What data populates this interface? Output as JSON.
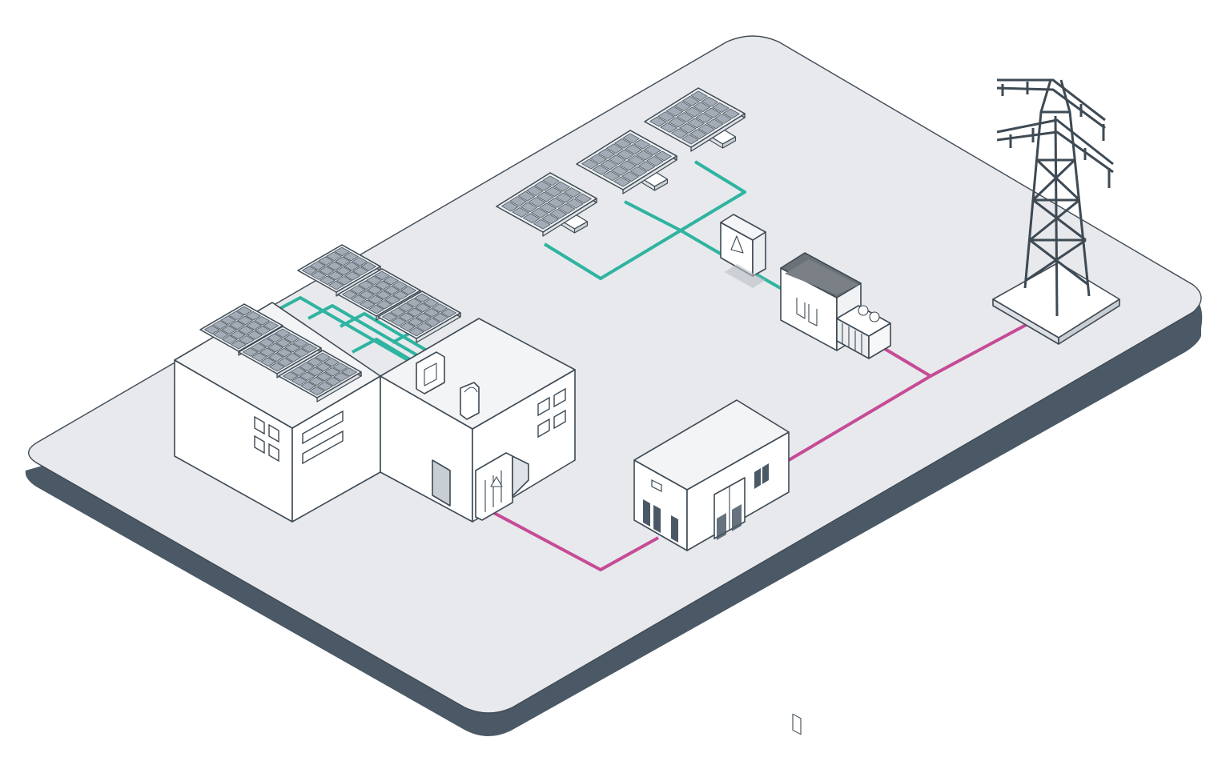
{
  "colors": {
    "background": "#ffffff",
    "platform_top": "#e8e9ec",
    "platform_edge": "#4b5966",
    "outline": "#3e4a54",
    "panel_cell": "#a3acb6",
    "panel_frame": "#eef0f2",
    "building_face": "#ffffff",
    "dc_cable": "#2fb4a1",
    "ac_cable": "#c64b96",
    "roof_dark": "#6b7177"
  },
  "elements": {
    "pv_field": [
      "solar-panel-1",
      "solar-panel-2",
      "solar-panel-3"
    ],
    "rooftop_pv": [
      "roof-panel-1",
      "roof-panel-2",
      "roof-panel-3",
      "roof-panel-4",
      "roof-panel-5",
      "roof-panel-6"
    ],
    "equipment": [
      "field-inverter-box",
      "field-transformer-station",
      "grid-transformer-substation",
      "roof-inverter-box",
      "building-switchgear"
    ],
    "icons": [
      "warning-triangle-icon",
      "transmission-tower-icon"
    ]
  }
}
